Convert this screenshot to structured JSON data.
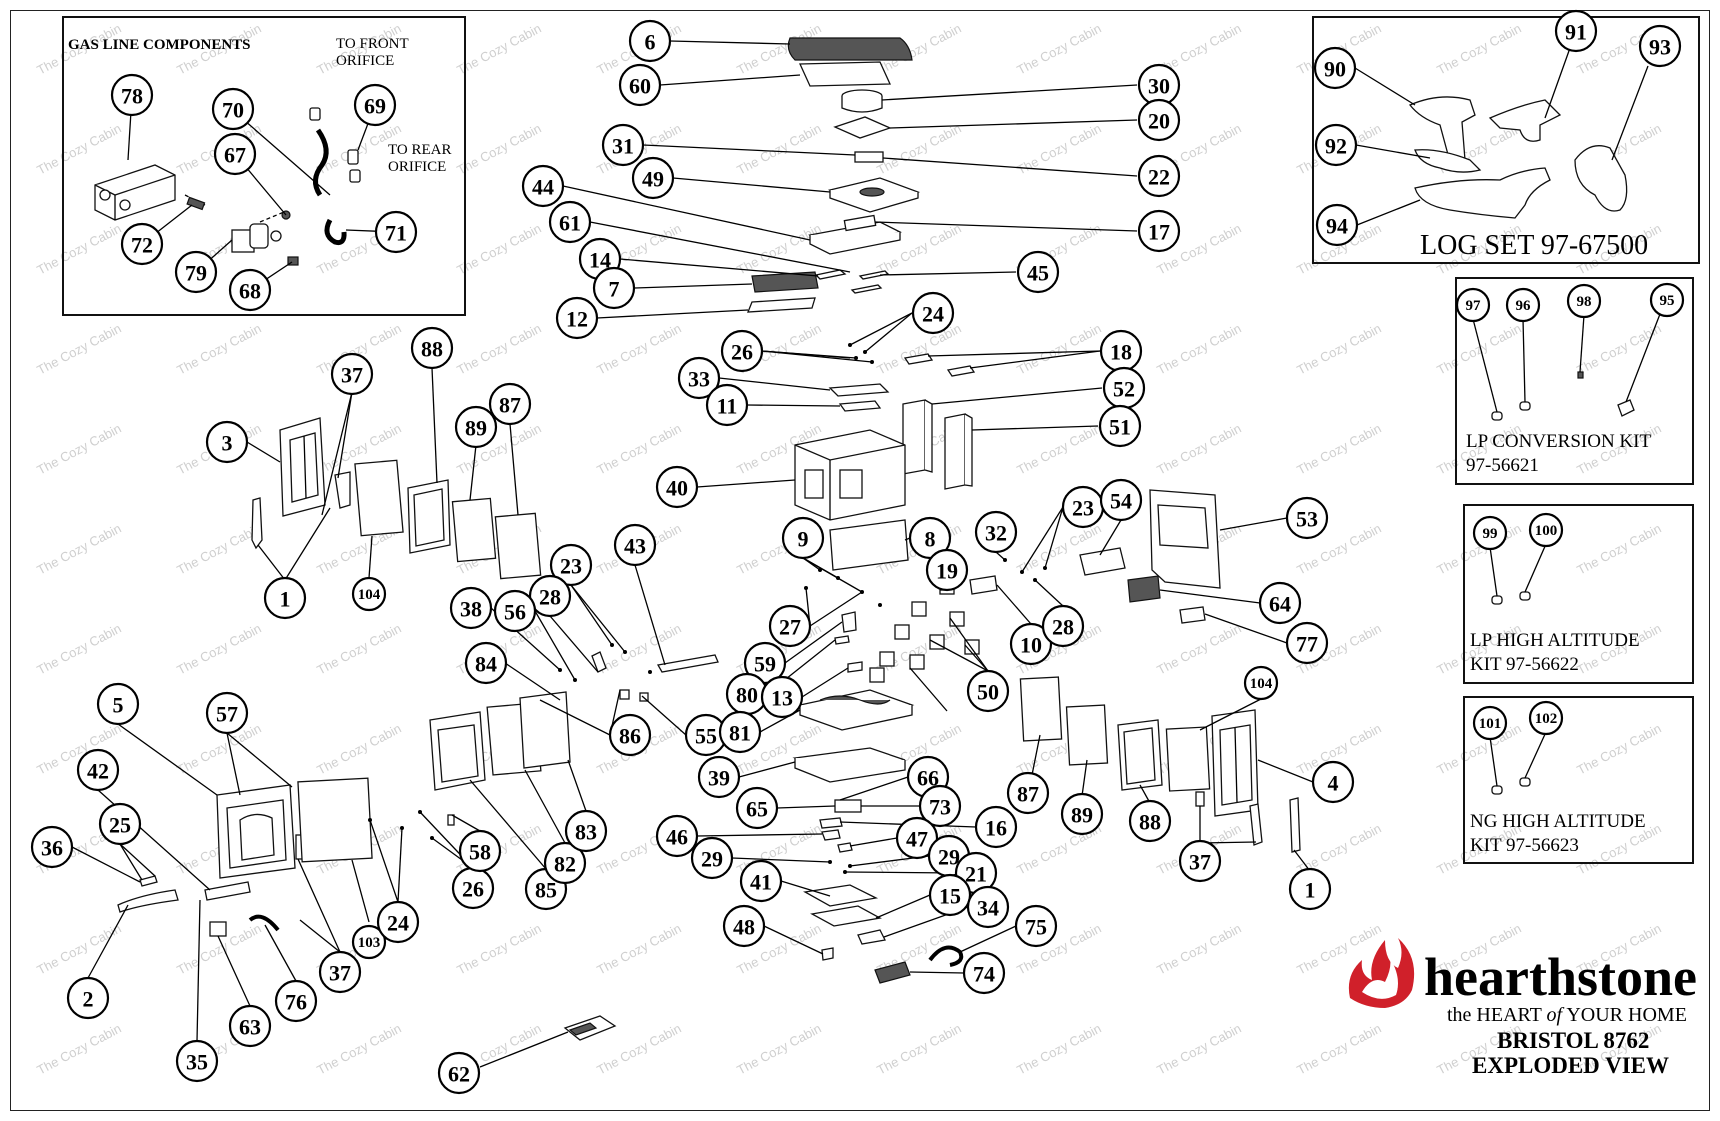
{
  "labels": {
    "gas_line_title": "GAS LINE COMPONENTS",
    "to_front_1": "TO FRONT",
    "to_front_2": "ORIFICE",
    "to_rear_1": "TO REAR",
    "to_rear_2": "ORIFICE",
    "log_set": "LOG SET 97-67500",
    "lp_conv_1": "LP CONVERSION KIT",
    "lp_conv_2": "97-56621",
    "lp_high_1": "LP HIGH ALTITUDE",
    "lp_high_2": "KIT 97-56622",
    "ng_high_1": "NG HIGH ALTITUDE",
    "ng_high_2": "KIT 97-56623",
    "brand": "hearthstone",
    "tagline_1": "the HEART ",
    "tagline_of": "of",
    "tagline_2": " YOUR HOME",
    "model": "BRISTOL 8762",
    "view": "EXPLODED VIEW"
  },
  "watermark": "The Cozy Cabin",
  "colors": {
    "brand_red": "#d0202a",
    "line": "#000000",
    "watermark": "#cfcfcf"
  },
  "callouts": [
    "78",
    "70",
    "69",
    "67",
    "72",
    "79",
    "68",
    "71",
    "6",
    "60",
    "30",
    "20",
    "31",
    "22",
    "49",
    "44",
    "17",
    "61",
    "14",
    "45",
    "7",
    "12",
    "24",
    "26",
    "18",
    "33",
    "52",
    "11",
    "51",
    "40",
    "90",
    "91",
    "93",
    "92",
    "94",
    "97",
    "96",
    "98",
    "95",
    "99",
    "100",
    "101",
    "102",
    "3",
    "37",
    "88",
    "89",
    "87",
    "1",
    "104",
    "43",
    "23",
    "28",
    "38",
    "56",
    "84",
    "86",
    "55",
    "9",
    "8",
    "27",
    "59",
    "80",
    "13",
    "81",
    "32",
    "19",
    "10",
    "50",
    "23b",
    "54",
    "53",
    "64",
    "28b",
    "77",
    "5",
    "57",
    "42",
    "25",
    "36",
    "2",
    "35",
    "63",
    "76",
    "37b",
    "103",
    "24b",
    "26b",
    "58",
    "85",
    "82",
    "83",
    "39",
    "66",
    "65",
    "73",
    "16",
    "46",
    "47",
    "29",
    "29b",
    "21",
    "41",
    "15",
    "34",
    "48",
    "75",
    "74",
    "62",
    "87b",
    "89b",
    "88b",
    "104b",
    "4",
    "37c",
    "1b"
  ]
}
